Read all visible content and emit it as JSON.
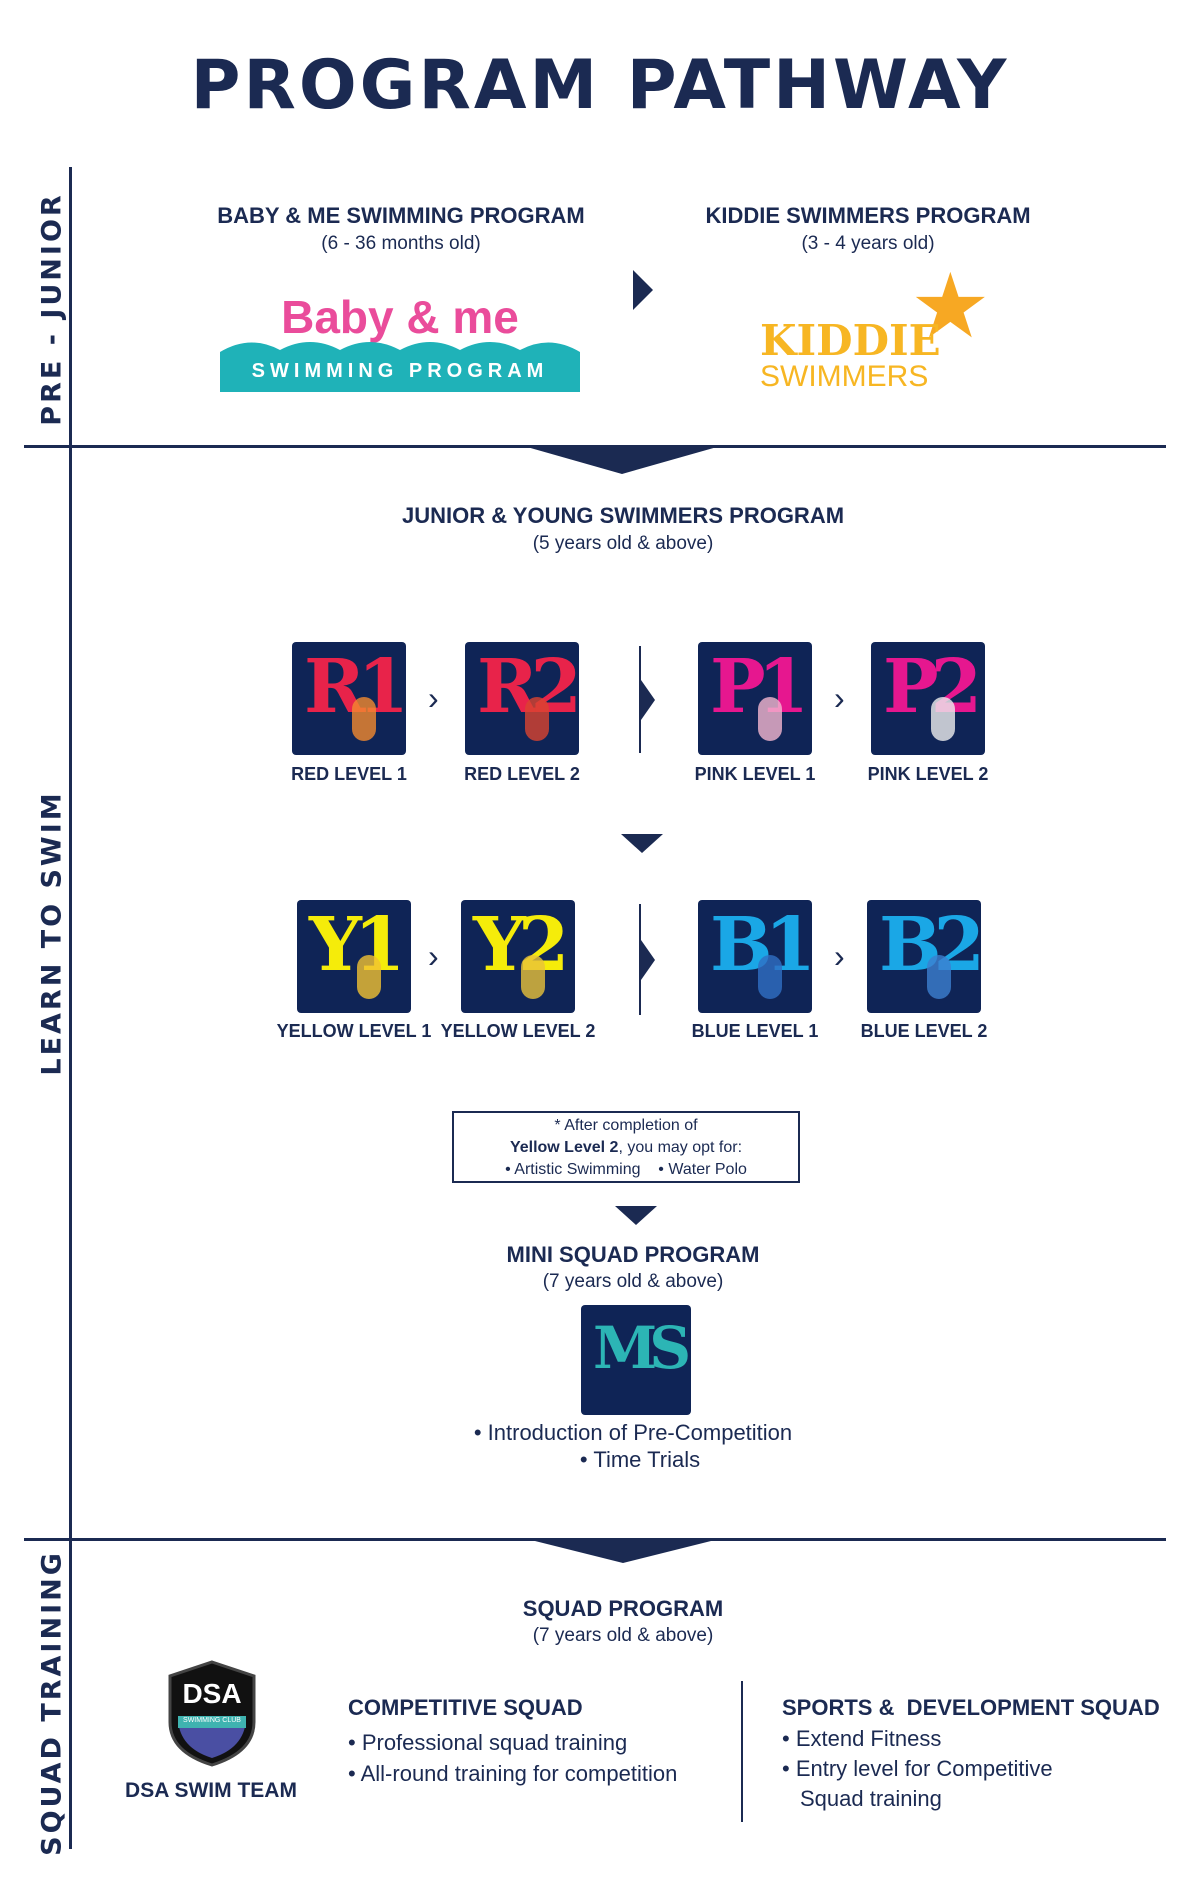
{
  "title": "PROGRAM PATHWAY",
  "side_labels": {
    "pre_junior": "PRE - JUNIOR",
    "learn_to_swim": "LEARN TO SWIM",
    "squad_training": "SQUAD TRAINING"
  },
  "baby_me": {
    "heading": "BABY & ME SWIMMING PROGRAM",
    "age": "(6 - 36 months old)",
    "logo_top": "Baby & me",
    "logo_bottom": "SWIMMING PROGRAM"
  },
  "kiddie": {
    "heading": "KIDDIE SWIMMERS PROGRAM",
    "age": "(3 - 4 years old)",
    "logo_top": "KIDDIE",
    "logo_bottom": "SWIMMERS"
  },
  "junior": {
    "heading": "JUNIOR & YOUNG SWIMMERS PROGRAM",
    "age": "(5 years old & above)"
  },
  "levels": [
    {
      "code": "R1",
      "label": "RED LEVEL 1",
      "color": "#e8234a"
    },
    {
      "code": "R2",
      "label": "RED LEVEL 2",
      "color": "#e8234a"
    },
    {
      "code": "P1",
      "label": "PINK LEVEL 1",
      "color": "#e6178f"
    },
    {
      "code": "P2",
      "label": "PINK LEVEL 2",
      "color": "#e6178f"
    },
    {
      "code": "Y1",
      "label": "YELLOW LEVEL 1",
      "color": "#f5ec0a"
    },
    {
      "code": "Y2",
      "label": "YELLOW LEVEL 2",
      "color": "#f5ec0a"
    },
    {
      "code": "B1",
      "label": "BLUE LEVEL 1",
      "color": "#1aa7e6"
    },
    {
      "code": "B2",
      "label": "BLUE LEVEL 2",
      "color": "#1aa7e6"
    }
  ],
  "note": {
    "line1": "* After completion of",
    "bold": "Yellow Level 2",
    "line2_rest": ", you may opt for:",
    "opt1": "• Artistic Swimming",
    "opt2": "• Water Polo"
  },
  "mini_squad": {
    "heading": "MINI SQUAD PROGRAM",
    "age": "(7 years old & above)",
    "logo": "MS",
    "bullets": [
      "• Introduction of Pre-Competition",
      "• Time Trials"
    ]
  },
  "squad": {
    "heading": "SQUAD PROGRAM",
    "age": "(7 years old & above)"
  },
  "dsa": {
    "logo": "DSA",
    "logo_sub": "SWIMMING CLUB",
    "label": "DSA SWIM TEAM"
  },
  "competitive": {
    "heading": "COMPETITIVE SQUAD",
    "bullets": [
      "• Professional squad training",
      "• All-round training for competition"
    ]
  },
  "sports": {
    "heading": "SPORTS &  DEVELOPMENT SQUAD",
    "bullets": [
      "• Extend Fitness",
      "• Entry level for Competitive",
      "Squad training"
    ]
  },
  "colors": {
    "navy": "#1b2a52",
    "teal": "#1fb2b8",
    "pink": "#ea4c9b",
    "orange": "#f7a823"
  }
}
